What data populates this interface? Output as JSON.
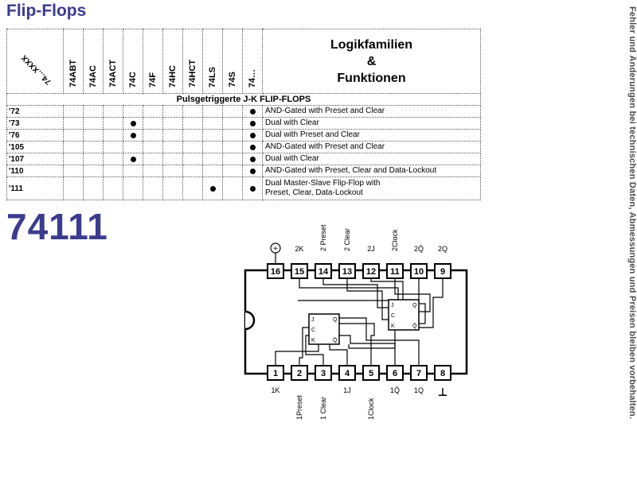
{
  "title": "Flip-Flops",
  "side_note": "Fehler und Änderungen bei technischen Daten, Abmessungen und Preisen bleiben vorbehalten.",
  "table": {
    "first_header": "74…XXXX",
    "families": [
      "74ABT",
      "74AC",
      "74ACT",
      "74C",
      "74F",
      "74HC",
      "74HCT",
      "74LS",
      "74S",
      "74…"
    ],
    "logik_line1": "Logikfamilien",
    "logik_line2": "&",
    "logik_line3": "Funktionen",
    "section": "Pulsgetriggerte J-K FLIP-FLOPS",
    "rows": [
      {
        "code": "'72",
        "desc": "AND-Gated with Preset and Clear",
        "dots": [
          9
        ]
      },
      {
        "code": "'73",
        "desc": "Dual with Clear",
        "dots": [
          3,
          9
        ]
      },
      {
        "code": "'76",
        "desc": "Dual with Preset and Clear",
        "dots": [
          3,
          9
        ]
      },
      {
        "code": "'105",
        "desc": "AND-Gated with Preset and Clear",
        "dots": [
          9
        ]
      },
      {
        "code": "'107",
        "desc": "Dual with Clear",
        "dots": [
          3,
          9
        ]
      },
      {
        "code": "'110",
        "desc": "AND-Gated with Preset, Clear and Data-Lockout",
        "dots": [
          9
        ]
      },
      {
        "code": "'111",
        "desc": "Dual Master-Slave Flip-Flop with",
        "desc2": "Preset, Clear, Data-Lockout",
        "dots": [
          7,
          9
        ]
      }
    ]
  },
  "part_number": "74111",
  "ic": {
    "top_pins": [
      "16",
      "15",
      "14",
      "13",
      "12",
      "11",
      "10",
      "9"
    ],
    "bottom_pins": [
      "1",
      "2",
      "3",
      "4",
      "5",
      "6",
      "7",
      "8"
    ],
    "top_labels": [
      "",
      "2K",
      "2 Preset",
      "2 Clear",
      "2J",
      "2Clock",
      "2Q̄",
      "2Q"
    ],
    "bottom_labels": [
      "1K",
      "1Preset",
      "1 Clear",
      "1J",
      "1Clock",
      "1Q̄",
      "1Q",
      ""
    ],
    "vcc_symbol": "+",
    "gnd_symbol": "⊥",
    "ff_pins": [
      "J",
      "K",
      "Q",
      "Q̄",
      "C"
    ]
  }
}
